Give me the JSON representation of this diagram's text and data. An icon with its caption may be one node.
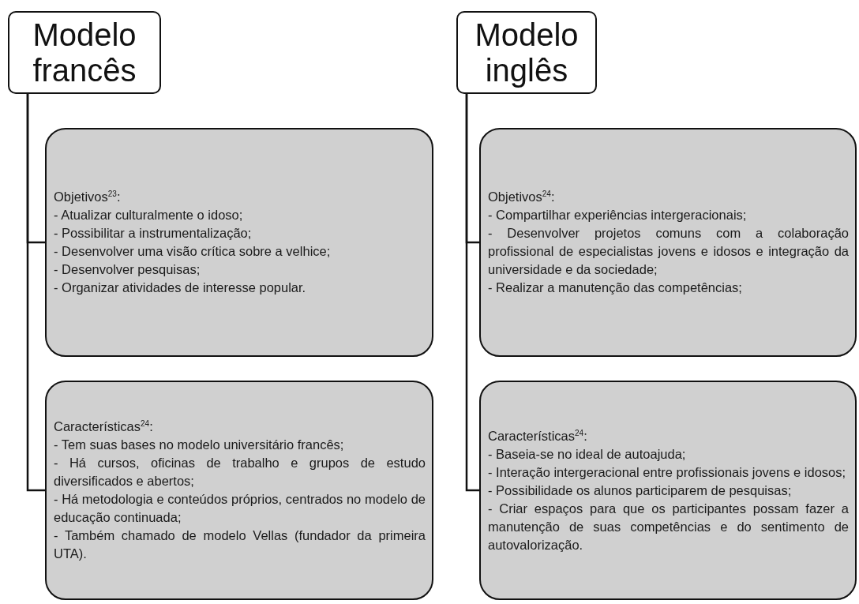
{
  "diagram": {
    "nodes": [
      {
        "text": [
          "Modelo francês"
        ]
      },
      {
        "text": [
          "Objetivos$^{23}$:",
          "- Atualizar culturalmente o idoso;",
          "- Possibilitar a instrumentalização;",
          "- Desenvolver uma visão crítica sobre a velhice;",
          "- Desenvolver pesquisas;",
          "- Organizar atividades de interesse popular."
        ]
      },
      {
        "text": [
          "Características$^{24}$:",
          "- Tem suas bases no modelo universitário francês;",
          "- Há cursos, oficinas de trabalho e grupos de estudo diversificados e abertos;",
          "- Há metodologia e conteúdos próprios, centrados no modelo de educação continuada;",
          "- Também chamado de modelo Vellas (fundador da primeira UTA)."
        ]
      },
      {
        "text": [
          "Modelo inglês"
        ]
      },
      {
        "text": [
          "Objetivos$^{24}$:",
          "- Compartilhar experiências intergeracionais;",
          "- Desenvolver projetos comuns com a colaboração profissional de especialistas jovens e idosos e integração da universidade e da sociedade;",
          "- Realizar a manutenção das competências;"
        ]
      },
      {
        "text": [
          "Características$^{24}$:",
          "- Baseia-se no ideal de autoajuda;",
          "- Interação intergeracional entre profissionais jovens e idosos;",
          "- Possibilidade os alunos participarem de pesquisas;",
          "- Criar espaços para que os participantes possam fazer a manutenção de suas competências e do sentimento de autovalorização."
        ]
      }
    ],
    "edges": [
      {
        "from": 0,
        "to": 1,
        "arrow": "none"
      },
      {
        "from": 0,
        "to": 2,
        "arrow": "none"
      },
      {
        "from": 3,
        "to": 4,
        "arrow": "none"
      },
      {
        "from": 3,
        "to": 5,
        "arrow": "none"
      }
    ]
  }
}
